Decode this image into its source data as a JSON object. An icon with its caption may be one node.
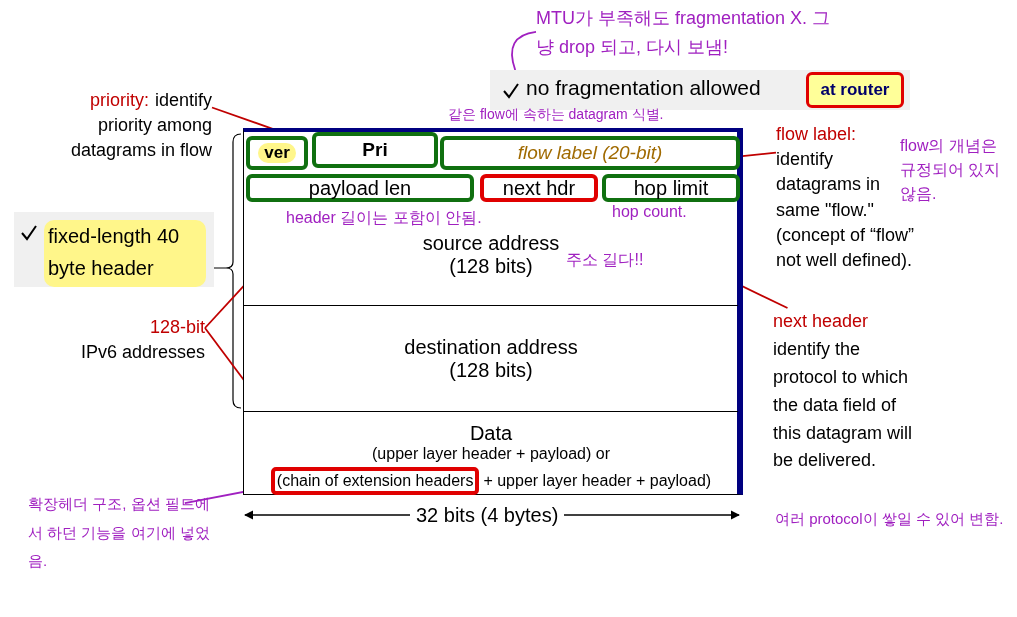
{
  "diagram": {
    "nodes": [
      {
        "text": [],
        "shape": "box"
      },
      {
        "text": [
          "ver"
        ],
        "in": 0
      },
      {
        "text": [
          "Pri"
        ],
        "in": 0
      },
      {
        "text": [
          "flow label (20-bit)"
        ],
        "in": 0
      },
      {
        "text": [
          "payload len"
        ],
        "in": 0
      },
      {
        "text": [
          "next hdr"
        ],
        "in": 0
      },
      {
        "text": [
          "hop limit"
        ],
        "in": 0
      },
      {
        "text": [
          "source address (128 bits)"
        ],
        "in": 0
      },
      {
        "text": [
          "destination address (128 bits)"
        ],
        "in": 0
      },
      {
        "text": [
          "Data",
          "(upper layer header + payload) or",
          "+ upper layer header + payload)"
        ],
        "in": 0
      },
      {
        "text": [
          "(chain of extension headers"
        ],
        "in": 9
      },
      {
        "text": [
          "no fragmentation allowed"
        ]
      },
      {
        "text": [
          "at router"
        ],
        "in": 11
      },
      {
        "text": [
          "priority:",
          "identify priority among datagrams in flow"
        ]
      },
      {
        "text": [
          "flow label:",
          "identify datagrams in same \"flow.\" (concept of “flow” not well defined)."
        ]
      },
      {
        "text": [
          "128-bit",
          "IPv6 addresses"
        ]
      },
      {
        "text": [
          "next header",
          "identify the protocol to which the data field of this datagram will be delivered."
        ]
      },
      {
        "text": [
          "fixed-length 40 byte header"
        ]
      },
      {
        "text": [
          "MTU가 부족해도 fragmentation X. 그냥 drop 되고, 다시 보냄!"
        ]
      },
      {
        "text": [
          "확장헤더 구조, 옵션 필드에서 하던 기능을 여기에 넣었음."
        ]
      }
    ],
    "edges": [
      {
        "from": 13,
        "to": 2,
        "arrow": "none",
        "color": "#c00000"
      },
      {
        "from": 14,
        "to": 3,
        "arrow": "none",
        "color": "#c00000"
      },
      {
        "from": 15,
        "to": 7,
        "arrow": "none",
        "color": "#c00000"
      },
      {
        "from": 15,
        "to": 8,
        "arrow": "none",
        "color": "#c00000"
      },
      {
        "from": 16,
        "to": 5,
        "arrow": "none",
        "color": "#c00000"
      },
      {
        "from": 18,
        "to": 11,
        "arrow": "none",
        "color": "#a020c0"
      },
      {
        "from": 19,
        "to": 10,
        "arrow": "none",
        "color": "#a020c0"
      }
    ],
    "labels": [
      "같은 flow에 속하는 datagram 식별.",
      "flow의 개념은 규정되어 있지 않음.",
      "hop count.",
      "header 길이는 포함이 안됨.",
      "주소 길다!!",
      "32 bits (4 bytes)",
      "여러 protocol이 쌓일 수 있어 변함."
    ]
  }
}
